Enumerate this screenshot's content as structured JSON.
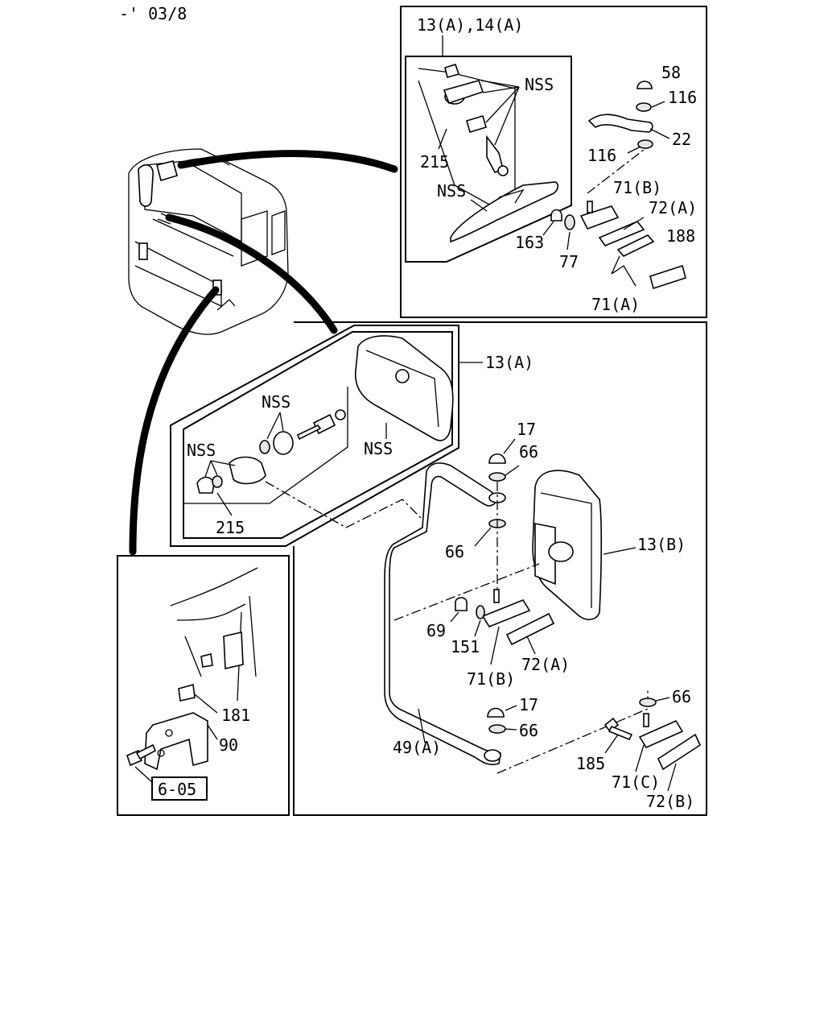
{
  "header": {
    "date_code": "-' 03/8"
  },
  "reference": {
    "label": "6-05"
  },
  "callouts": {
    "top_title": "13(A),14(A)",
    "nss_top1": "NSS",
    "c215_top": "215",
    "nss_top2": "NSS",
    "c58": "58",
    "c116a": "116",
    "c22": "22",
    "c116b": "116",
    "c71b_top": "71(B)",
    "c72a_top": "72(A)",
    "c188": "188",
    "c163": "163",
    "c77": "77",
    "c71a": "71(A)",
    "c13a": "13(A)",
    "nss_mid1": "NSS",
    "nss_mid2": "NSS",
    "nss_mid3": "NSS",
    "c215_mid": "215",
    "c17a": "17",
    "c66a": "66",
    "c13b": "13(B)",
    "c66b": "66",
    "c69": "69",
    "c151": "151",
    "c71b_mid": "71(B)",
    "c72a_mid": "72(A)",
    "c17b": "17",
    "c66c": "66",
    "c49a": "49(A)",
    "c66d": "66",
    "c185": "185",
    "c71c": "71(C)",
    "c72b": "72(B)",
    "c181": "181",
    "c90": "90"
  }
}
